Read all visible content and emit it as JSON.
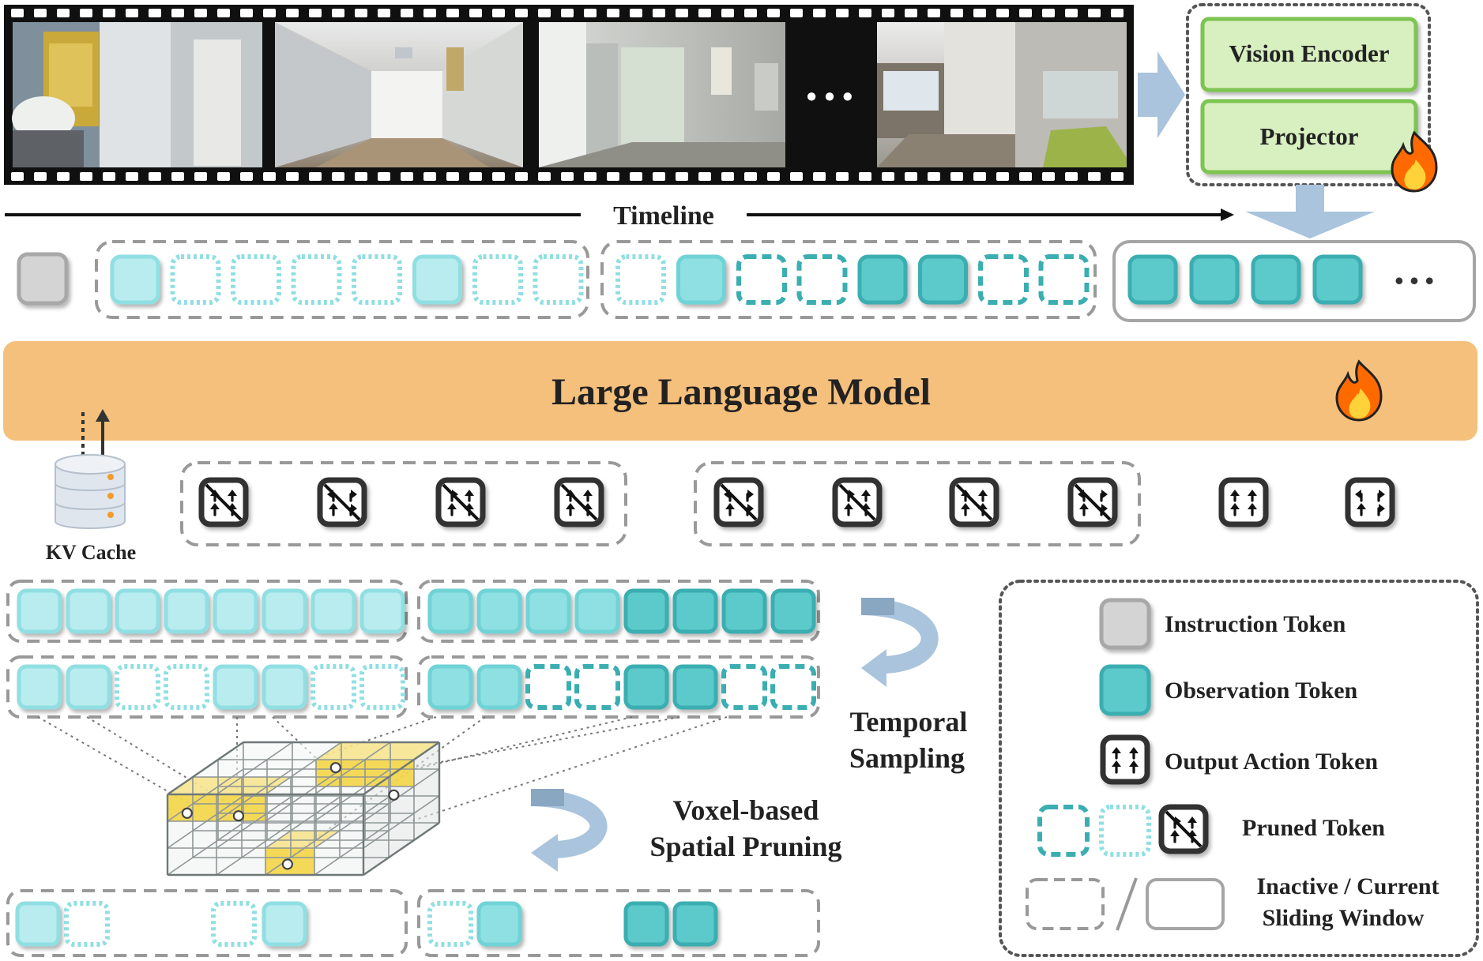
{
  "encoder": {
    "vision_encoder": "Vision Encoder",
    "projector": "Projector"
  },
  "timeline": {
    "label": "Timeline"
  },
  "llm": {
    "label": "Large Language Model"
  },
  "kv_cache": {
    "label": "KV Cache"
  },
  "film": {
    "ellipsis": "• • •"
  },
  "token_ellipsis": "• • •",
  "temporal": {
    "line1": "Temporal",
    "line2": "Sampling"
  },
  "voxel": {
    "line1": "Voxel-based",
    "line2": "Spatial Pruning"
  },
  "legend": {
    "instruction": "Instruction Token",
    "observation": "Observation Token",
    "output_action": "Output Action Token",
    "pruned": "Pruned Token",
    "window_line1": "Inactive / Current",
    "window_line2": "Sliding Window"
  },
  "colors": {
    "llm_bar": "#f5c07c",
    "encoder_fill": "#d8efc0",
    "encoder_border": "#7dc451",
    "token_light": "#b9ecef",
    "token_mid": "#8fe0e3",
    "token_dark": "#5ccacb",
    "token_border_light": "#90dfe2",
    "token_border_dark": "#3aaeb1",
    "instruction_token": "#d4d4d4",
    "arrow_blue": "#a9c4dc",
    "voxel_yellow": "#f3d33c"
  }
}
